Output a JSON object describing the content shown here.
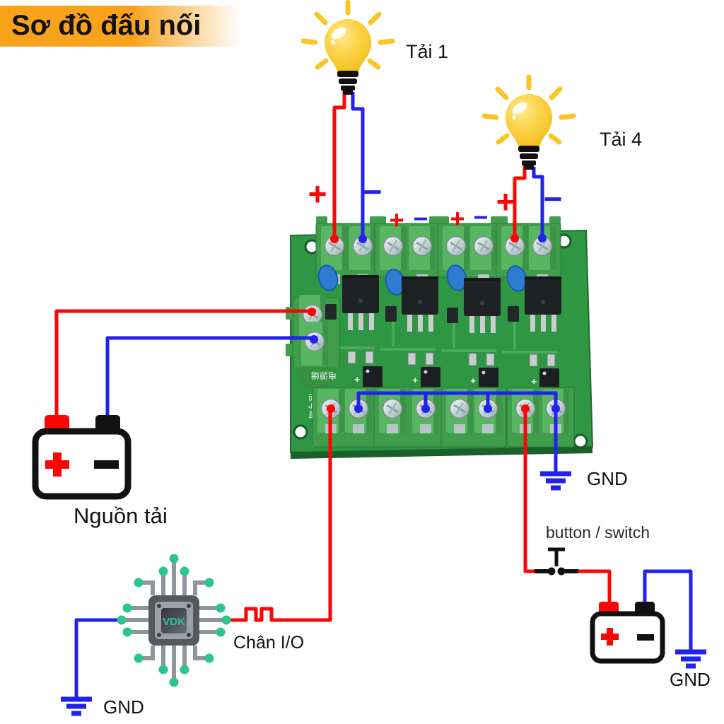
{
  "title": "Sơ đồ đấu nối",
  "colors": {
    "banner_orange": "#F9A21B",
    "wire_red": "#F90606",
    "wire_blue": "#2222EF",
    "pcb_green": "#2F9643",
    "pcb_edge": "#1C6B2D",
    "terminal_green": "#3F9D4C",
    "terminal_tower_green": "#58B663",
    "bulb_yellow": "#F7C62B",
    "ray_yellow": "#F9C623",
    "mcu_teal": "#2EC492",
    "text_black": "#111111"
  },
  "icons": {
    "bulb": "light-bulb-icon",
    "battery": "battery-icon",
    "mcu": "microcontroller-chip-icon",
    "ground": "ground-symbol-icon",
    "switch": "push-button-icon"
  },
  "loads": {
    "load1_label": "Tải 1",
    "load4_label": "Tải 4"
  },
  "board": {
    "channel_pairs": [
      {
        "plus": "+",
        "minus": "−"
      },
      {
        "plus": "+",
        "minus": "−"
      },
      {
        "plus": "+",
        "minus": "−"
      },
      {
        "plus": "+",
        "minus": "−"
      }
    ],
    "opto_plus": "+",
    "silkscreen_power": "电源端",
    "silkscreen_signal": "信号端",
    "gnd_label": "GND"
  },
  "load_supply": {
    "label": "Nguồn tải",
    "plus": "+",
    "minus": "−"
  },
  "control_supply": {
    "gnd_label": "GND",
    "plus": "+",
    "minus": "−"
  },
  "mcu": {
    "label": "VDK",
    "io_label": "Chân I/O",
    "gnd_label": "GND"
  },
  "switch": {
    "label": "button / switch"
  }
}
